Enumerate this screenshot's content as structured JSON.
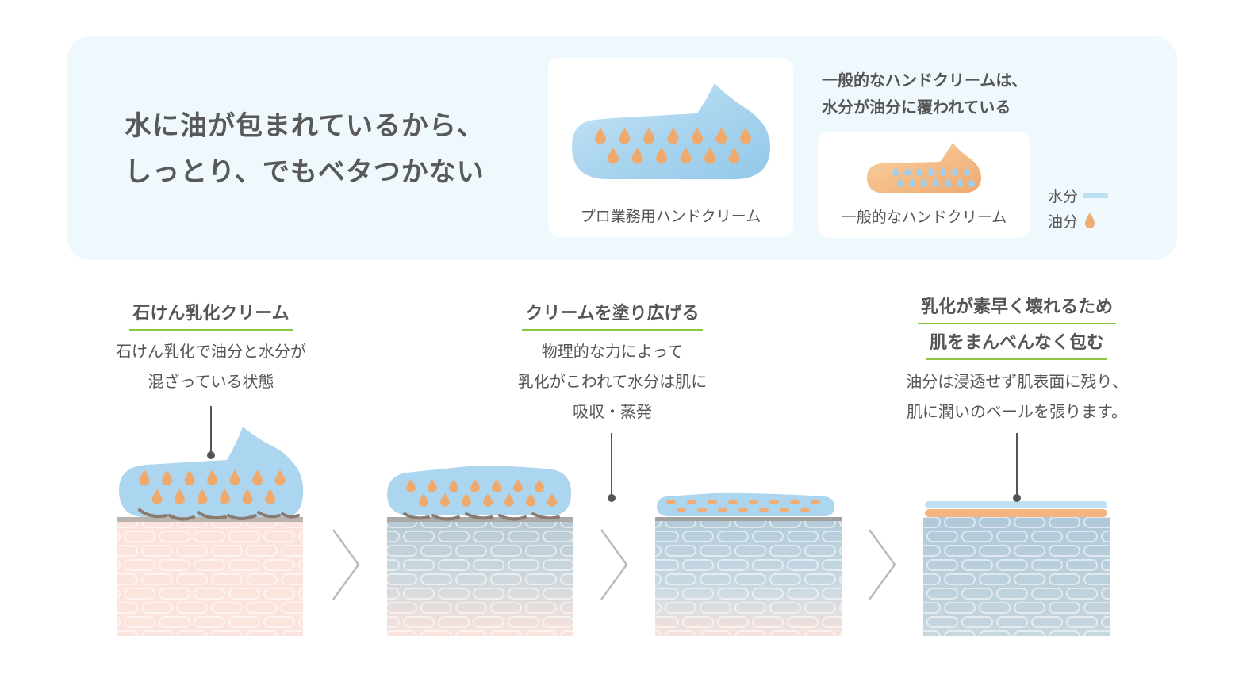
{
  "headline": {
    "line1": "水に油が包まれているから、",
    "line2": "しっとり、でもベタつかない"
  },
  "comparison": {
    "pro_label": "プロ業務用ハンドクリーム",
    "general_note_line1": "一般的なハンドクリームは、",
    "general_note_line2": "水分が油分に覆われている",
    "general_label": "一般的なハンドクリーム"
  },
  "legend": {
    "water": "水分",
    "oil": "油分"
  },
  "steps": [
    {
      "title": "石けん乳化クリーム",
      "desc_line1": "石けん乳化で油分と水分が",
      "desc_line2": "混ざっている状態"
    },
    {
      "title": "クリームを塗り広げる",
      "desc_line1": "物理的な力によって",
      "desc_line2": "乳化がこわれて水分は肌に",
      "desc_line3": "吸収・蒸発"
    },
    {
      "title_line1": "乳化が素早く壊れるため",
      "title_line2": "肌をまんべんなく包む",
      "desc_line1": "油分は浸透せず肌表面に残り、",
      "desc_line2": "肌に潤いのベールを張ります。"
    }
  ],
  "colors": {
    "panel_bg": "#eef8fd",
    "water_blue": "#a9d6f0",
    "oil_orange": "#f2b27a",
    "underline_green": "#8cc63f",
    "text": "#555555"
  }
}
